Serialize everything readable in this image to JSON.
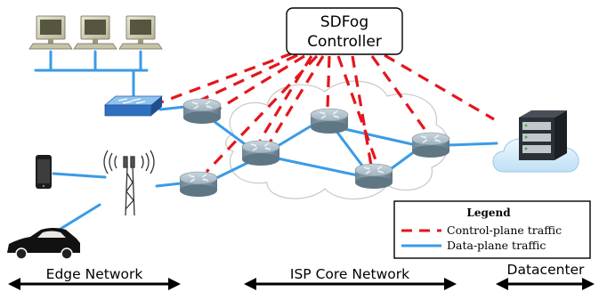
{
  "controller": {
    "line1": "SDFog",
    "line2": "Controller"
  },
  "legend": {
    "title": "Legend",
    "control_plane": "Control-plane traffic",
    "data_plane": "Data-plane traffic"
  },
  "regions": {
    "edge": "Edge Network",
    "isp": "ISP Core Network",
    "datacenter": "Datacenter"
  },
  "colors": {
    "control_plane": "#e3161d",
    "data_plane": "#3a9be6",
    "router": "#8fa3b0",
    "cloud_server": "#d9ecf7"
  },
  "icons": [
    "desktop-computer-icon",
    "network-switch-icon",
    "router-icon",
    "smartphone-icon",
    "cell-tower-icon",
    "car-icon",
    "server-rack-icon",
    "cloud-icon"
  ]
}
